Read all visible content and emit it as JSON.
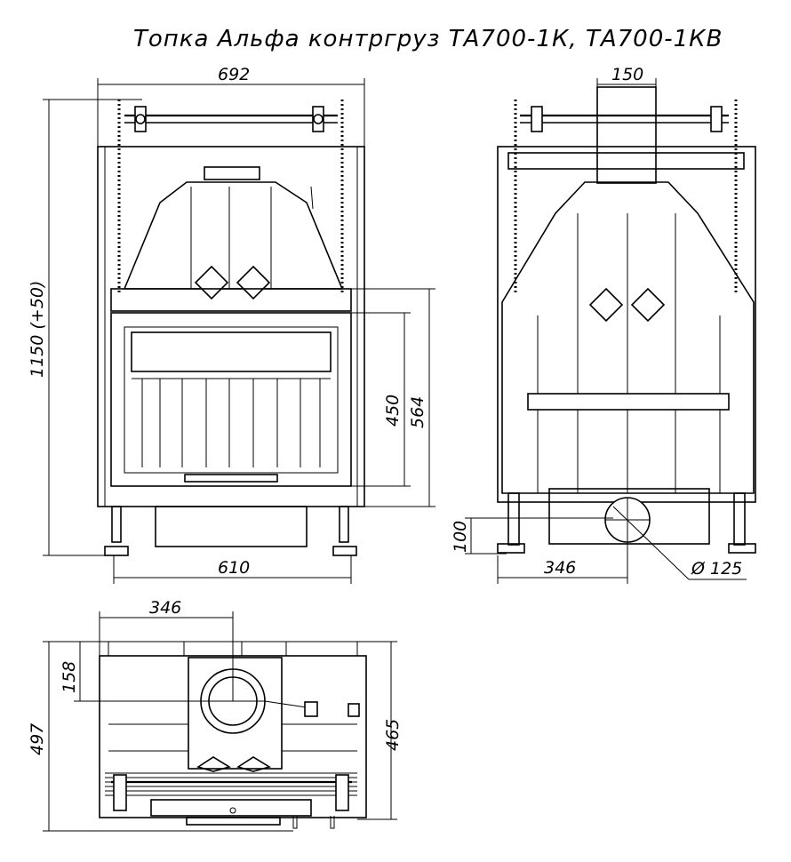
{
  "title": "Топка Альфа контргруз ТА700-1К, ТА700-1КВ",
  "dimensions": {
    "front_width": "692",
    "front_height": "1150 (+50)",
    "front_door_opening": "450",
    "front_door_frame": "564",
    "front_base_width": "610",
    "side_flue_width": "150",
    "side_base_height": "100",
    "side_flue_offset": "346",
    "side_flue_diameter": "Ø 125",
    "top_flue_offset_x": "346",
    "top_flue_offset_y": "158",
    "top_depth_outer": "497",
    "top_depth_inner": "465"
  }
}
